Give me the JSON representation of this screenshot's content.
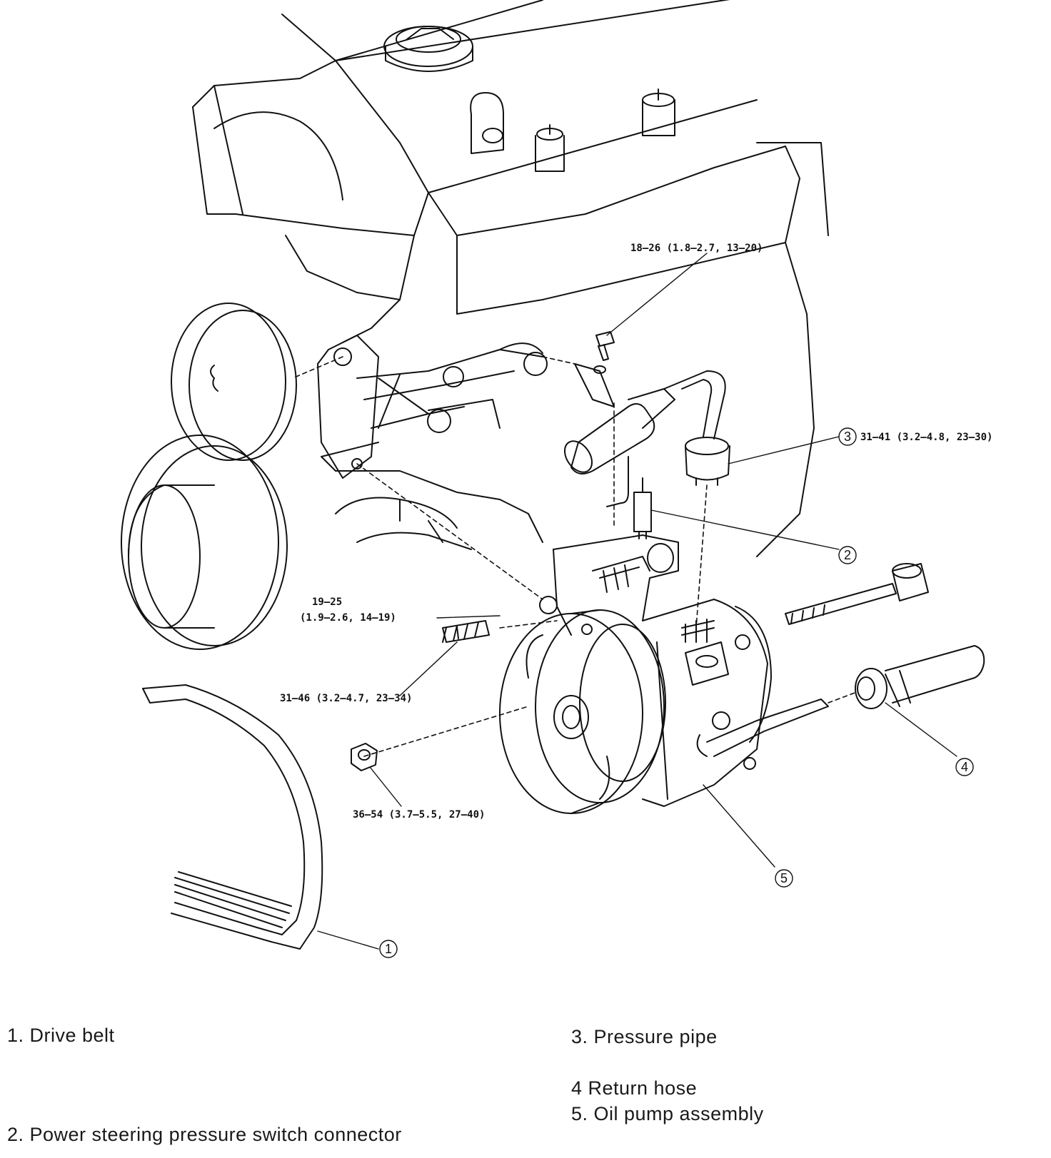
{
  "callouts": {
    "c1": "1",
    "c2": "2",
    "c3": "3",
    "c4": "4",
    "c5": "5"
  },
  "torque_specs": {
    "bracket_bolt": "18—26 (1.8—2.7, 13—20)",
    "pressure_pipe_nut": "31—41 (3.2—4.8, 23—30)",
    "adjust_bolt_line1": "19—25",
    "adjust_bolt_line2": "(1.9—2.6, 14—19)",
    "pivot_bolt": "31—46 (3.2—4.7, 23—34)",
    "pulley_nut": "36—54 (3.7—5.5, 27—40)"
  },
  "legend": {
    "item1": "1. Drive belt",
    "item2": "2. Power steering pressure switch connector",
    "item3": "3. Pressure pipe",
    "item4": "4  Return hose",
    "item5": "5. Oil pump assembly"
  },
  "colors": {
    "ink": "#111111",
    "paper": "#ffffff"
  }
}
